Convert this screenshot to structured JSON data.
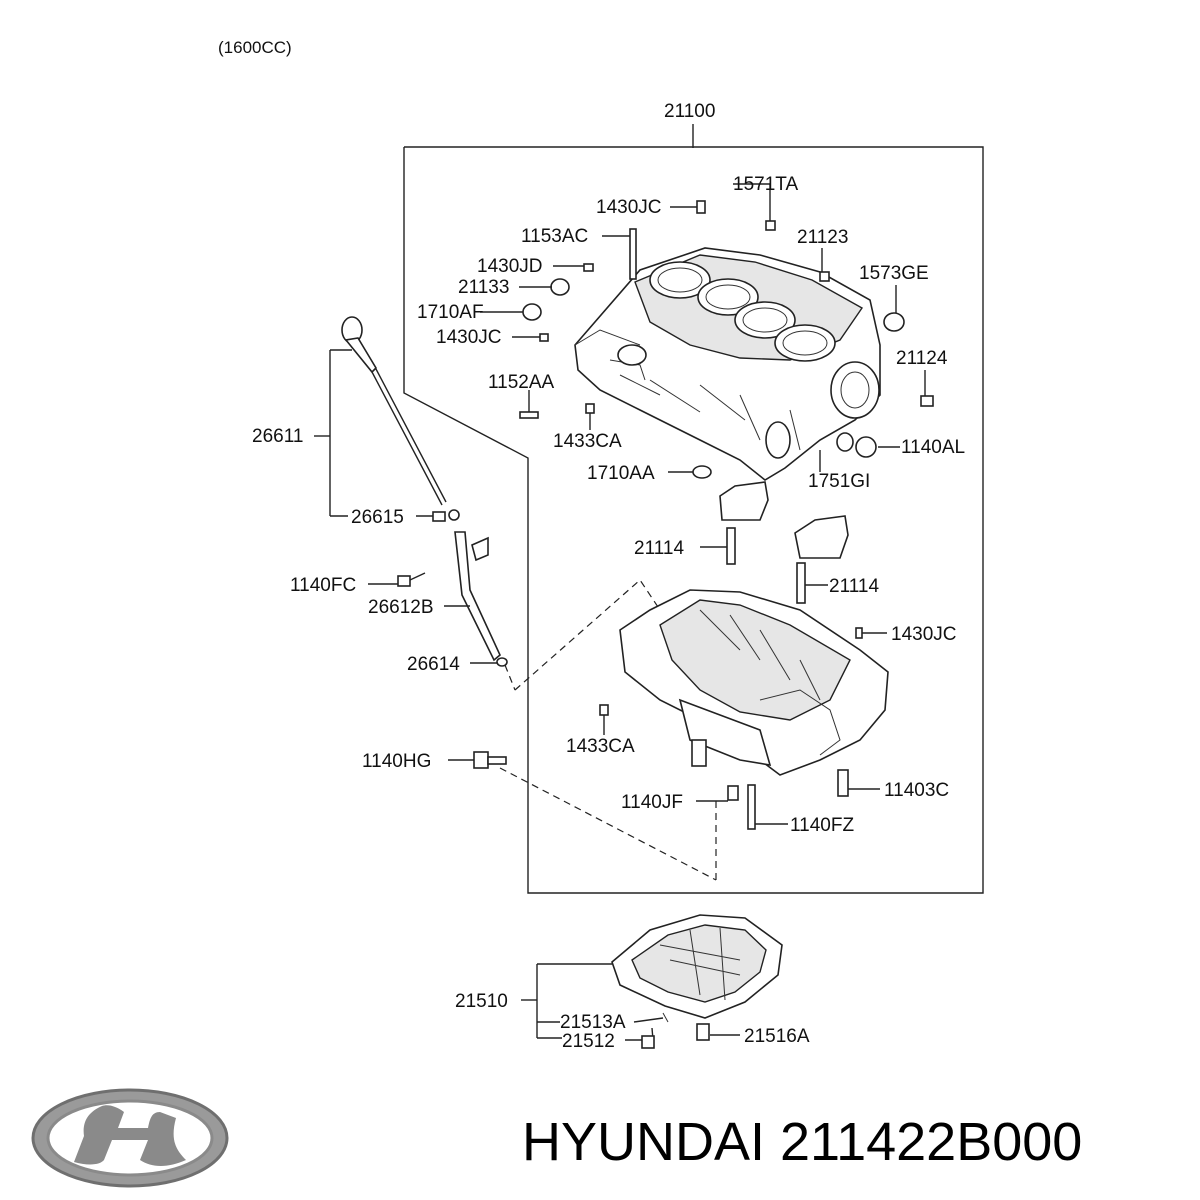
{
  "header": {
    "engine_caption": "(1600CC)"
  },
  "assembly_ref": "21100",
  "parts": {
    "p1571TA": "1571TA",
    "p1430JC_a": "1430JC",
    "p1153AC": "1153AC",
    "p21123": "21123",
    "p1430JD": "1430JD",
    "p21133": "21133",
    "p1573GE": "1573GE",
    "p1710AF": "1710AF",
    "p1430JC_b": "1430JC",
    "p21124": "21124",
    "p1152AA": "1152AA",
    "p1140AL": "1140AL",
    "p1433CA_a": "1433CA",
    "p1710AA": "1710AA",
    "p1751GI": "1751GI",
    "p26611": "26611",
    "p26615": "26615",
    "p21114_a": "21114",
    "p21114_b": "21114",
    "p1140FC": "1140FC",
    "p26612B": "26612B",
    "p1430JC_c": "1430JC",
    "p26614": "26614",
    "p1433CA_b": "1433CA",
    "p1140HG": "1140HG",
    "p11403C": "11403C",
    "p1140JF": "1140JF",
    "p1140FZ": "1140FZ",
    "p21510": "21510",
    "p21513A": "21513A",
    "p21516A": "21516A",
    "p21512": "21512"
  },
  "footer": {
    "brand_text": "HYUNDAI 211422B000"
  },
  "logo": {
    "icon": "hyundai-logo-icon",
    "color": "#8a8a8a"
  }
}
